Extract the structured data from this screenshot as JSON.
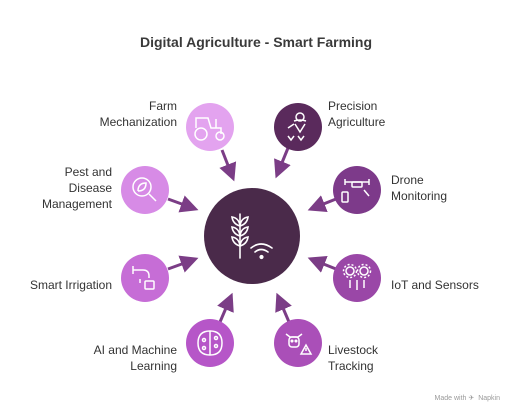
{
  "title": "Digital Agriculture - Smart Farming",
  "center": {
    "label": "",
    "icon": "wheat-wifi-icon",
    "color": "#4a2a4a"
  },
  "nodes": {
    "farm_mechanization": {
      "label": "Farm\nMechanization",
      "icon": "tractor-icon",
      "color": "#e3a3ef"
    },
    "pest_disease": {
      "label": "Pest and\nDisease\nManagement",
      "icon": "magnifier-leaf-icon",
      "color": "#d78be6"
    },
    "smart_irrigation": {
      "label": "Smart Irrigation",
      "icon": "faucet-icon",
      "color": "#c66dd6"
    },
    "ai_ml": {
      "label": "AI and Machine\nLearning",
      "icon": "brain-circuit-icon",
      "color": "#b656c8"
    },
    "precision_agriculture": {
      "label": "Precision\nAgriculture",
      "icon": "farmer-icon",
      "color": "#5a2a5c"
    },
    "drone_monitoring": {
      "label": "Drone\nMonitoring",
      "icon": "drone-icon",
      "color": "#7d3a8a"
    },
    "iot_sensors": {
      "label": "IoT and Sensors",
      "icon": "gears-circuit-icon",
      "color": "#9a47a7"
    },
    "livestock_tracking": {
      "label": "Livestock\nTracking",
      "icon": "cow-warning-icon",
      "color": "#aa4fb8"
    }
  },
  "watermark": {
    "prefix": "Made with",
    "brand": "Napkin"
  }
}
